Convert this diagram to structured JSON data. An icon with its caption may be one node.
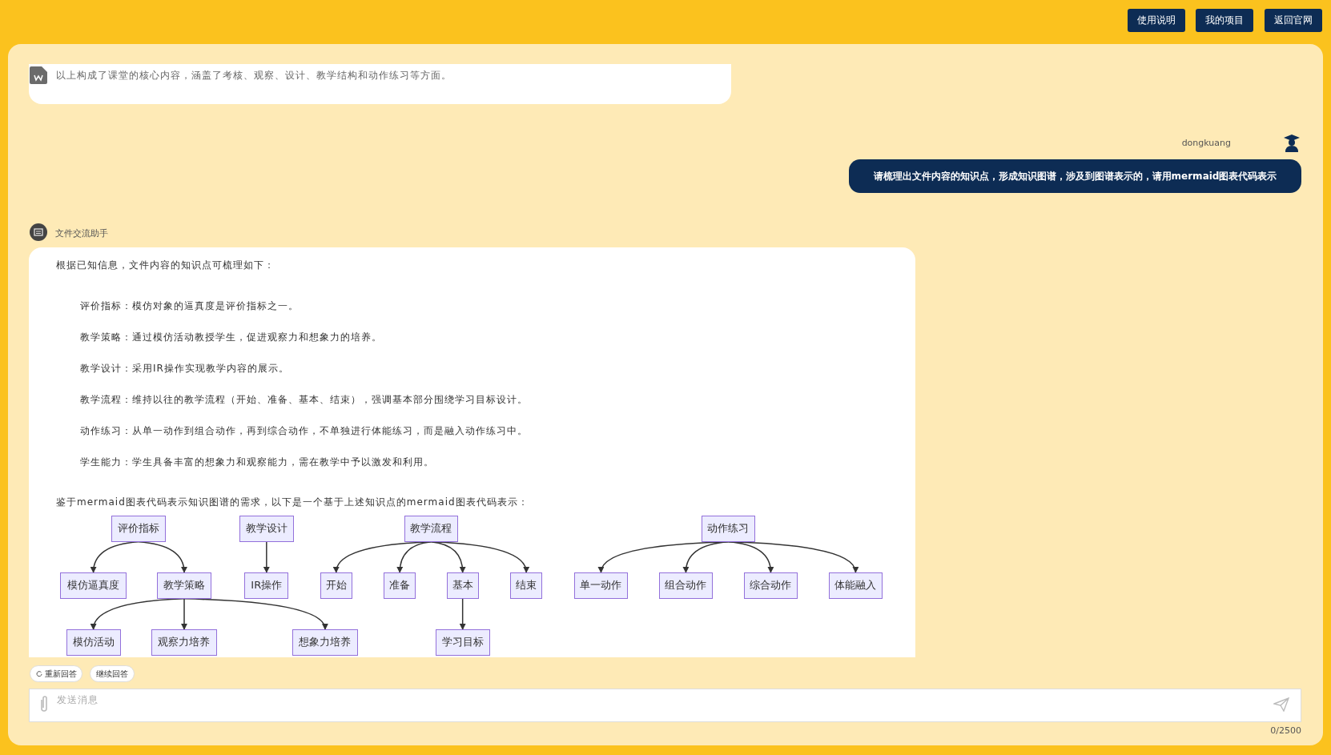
{
  "diagram": {
    "nodes": [
      {
        "text": [
          "评价指标"
        ]
      },
      {
        "text": [
          "教学设计"
        ]
      },
      {
        "text": [
          "教学流程"
        ]
      },
      {
        "text": [
          "动作练习"
        ]
      },
      {
        "text": [
          "模仿逼真度"
        ]
      },
      {
        "text": [
          "教学策略"
        ]
      },
      {
        "text": [
          "IR操作"
        ]
      },
      {
        "text": [
          "开始"
        ]
      },
      {
        "text": [
          "准备"
        ]
      },
      {
        "text": [
          "基本"
        ]
      },
      {
        "text": [
          "结束"
        ]
      },
      {
        "text": [
          "单一动作"
        ]
      },
      {
        "text": [
          "组合动作"
        ]
      },
      {
        "text": [
          "综合动作"
        ]
      },
      {
        "text": [
          "体能融入"
        ]
      },
      {
        "text": [
          "模仿活动"
        ]
      },
      {
        "text": [
          "观察力培养"
        ]
      },
      {
        "text": [
          "想象力培养"
        ]
      },
      {
        "text": [
          "学习目标"
        ]
      }
    ],
    "edges": [
      {
        "from": 0,
        "to": 4,
        "arrow": "to"
      },
      {
        "from": 0,
        "to": 5,
        "arrow": "to"
      },
      {
        "from": 1,
        "to": 6,
        "arrow": "to"
      },
      {
        "from": 2,
        "to": 7,
        "arrow": "to"
      },
      {
        "from": 2,
        "to": 8,
        "arrow": "to"
      },
      {
        "from": 2,
        "to": 9,
        "arrow": "to"
      },
      {
        "from": 2,
        "to": 10,
        "arrow": "to"
      },
      {
        "from": 3,
        "to": 11,
        "arrow": "to"
      },
      {
        "from": 3,
        "to": 12,
        "arrow": "to"
      },
      {
        "from": 3,
        "to": 13,
        "arrow": "to"
      },
      {
        "from": 3,
        "to": 14,
        "arrow": "to"
      },
      {
        "from": 5,
        "to": 15,
        "arrow": "to"
      },
      {
        "from": 5,
        "to": 16,
        "arrow": "to"
      },
      {
        "from": 5,
        "to": 17,
        "arrow": "to"
      },
      {
        "from": 9,
        "to": 18,
        "arrow": "to"
      }
    ],
    "labels": [
      "使用说明",
      "我的项目",
      "返回官网",
      "以上构成了课堂的核心内容，涵盖了考核、观察、设计、教学结构和动作练习等方面。",
      "dongkuang",
      "请梳理出文件内容的知识点，形成知识图谱，涉及到图谱表示的，请用mermaid图表代码表示",
      "文件交流助手",
      "根据已知信息，文件内容的知识点可梳理如下：",
      "评价指标：模仿对象的逼真度是评价指标之一。",
      "教学策略：通过模仿活动教授学生，促进观察力和想象力的培养。",
      "教学设计：采用IR操作实现教学内容的展示。",
      "教学流程：维持以往的教学流程（开始、准备、基本、结束），强调基本部分围绕学习目标设计。",
      "动作练习：从单一动作到组合动作，再到综合动作，不单独进行体能练习，而是融入动作练习中。",
      "学生能力：学生具备丰富的想象力和观察能力，需在教学中予以激发和利用。",
      "鉴于mermaid图表代码表示知识图谱的需求，以下是一个基于上述知识点的mermaid图表代码表示：",
      "重新回答",
      "继续回答",
      "发送消息",
      "0/2500"
    ]
  }
}
